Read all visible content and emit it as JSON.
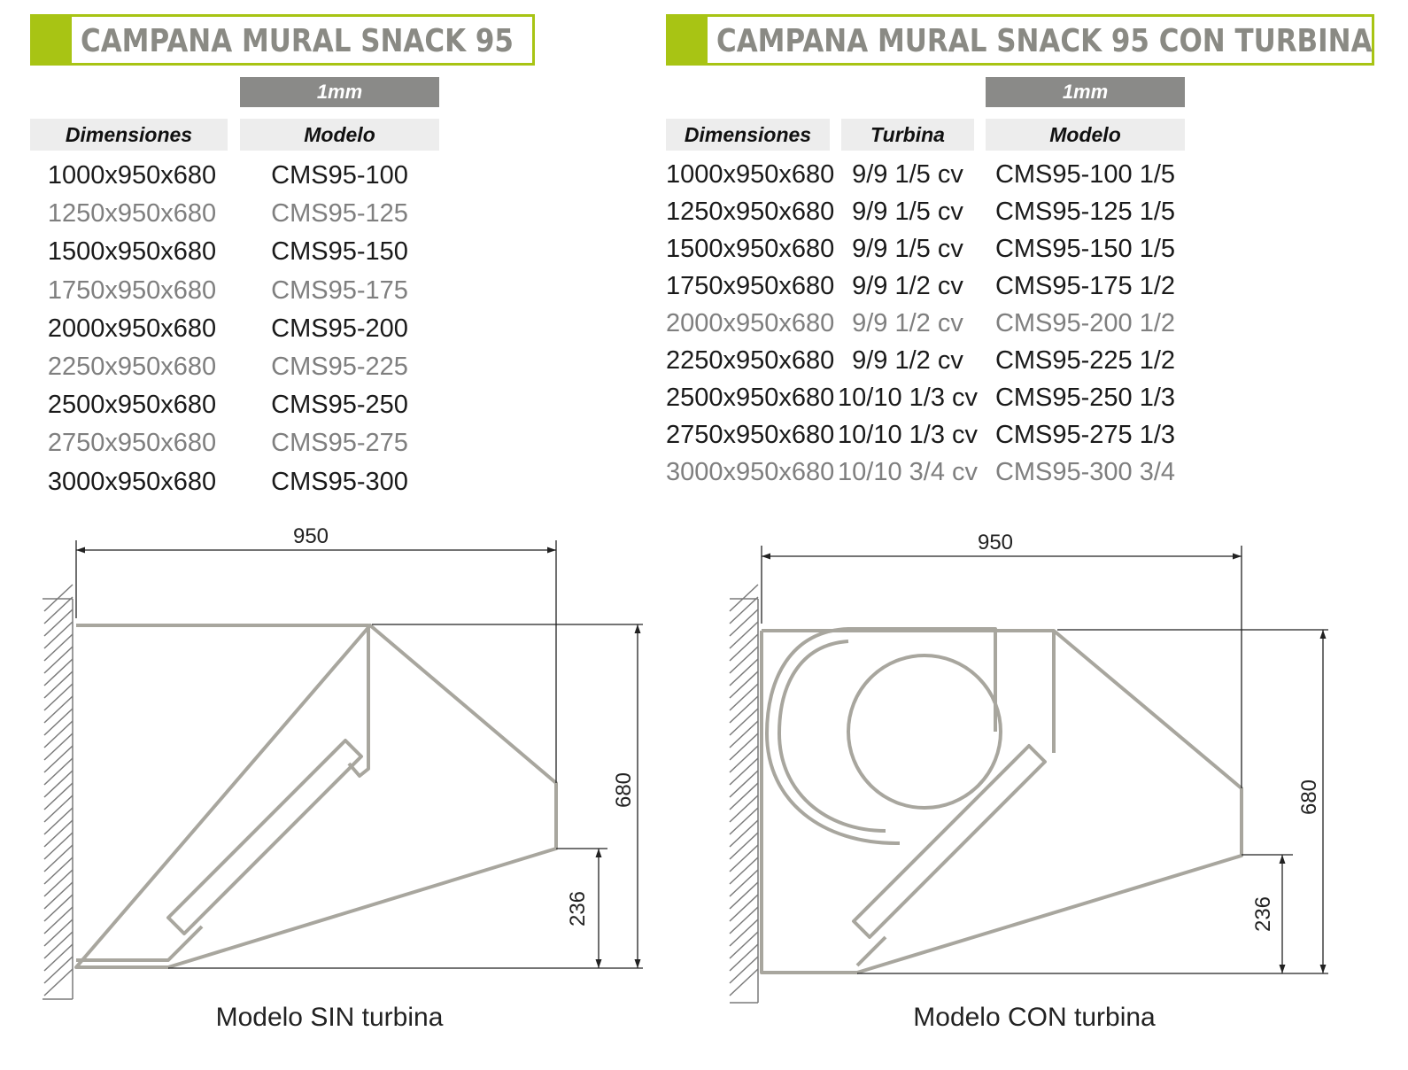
{
  "left": {
    "title": "CAMPANA MURAL SNACK 95",
    "thickness": "1mm",
    "headers": {
      "dimensions": "Dimensiones",
      "model": "Modelo"
    },
    "rows": [
      {
        "dim": "1000x950x680",
        "model": "CMS95-100"
      },
      {
        "dim": "1250x950x680",
        "model": "CMS95-125"
      },
      {
        "dim": "1500x950x680",
        "model": "CMS95-150"
      },
      {
        "dim": "1750x950x680",
        "model": "CMS95-175"
      },
      {
        "dim": "2000x950x680",
        "model": "CMS95-200"
      },
      {
        "dim": "2250x950x680",
        "model": "CMS95-225"
      },
      {
        "dim": "2500x950x680",
        "model": "CMS95-250"
      },
      {
        "dim": "2750x950x680",
        "model": "CMS95-275"
      },
      {
        "dim": "3000x950x680",
        "model": "CMS95-300"
      }
    ],
    "diagram": {
      "width": "950",
      "height": "680",
      "lower": "236",
      "caption": "Modelo SIN turbina"
    }
  },
  "right": {
    "title": "CAMPANA MURAL SNACK 95 CON TURBINA",
    "thickness": "1mm",
    "headers": {
      "dimensions": "Dimensiones",
      "turbine": "Turbina",
      "model": "Modelo"
    },
    "rows": [
      {
        "dim": "1000x950x680",
        "turbine": "9/9 1/5 cv",
        "model": "CMS95-100 1/5"
      },
      {
        "dim": "1250x950x680",
        "turbine": "9/9 1/5 cv",
        "model": "CMS95-125 1/5"
      },
      {
        "dim": "1500x950x680",
        "turbine": "9/9 1/5 cv",
        "model": "CMS95-150 1/5"
      },
      {
        "dim": "1750x950x680",
        "turbine": "9/9 1/2 cv",
        "model": "CMS95-175 1/2"
      },
      {
        "dim": "2000x950x680",
        "turbine": "9/9 1/2 cv",
        "model": "CMS95-200 1/2"
      },
      {
        "dim": "2250x950x680",
        "turbine": "9/9 1/2 cv",
        "model": "CMS95-225 1/2"
      },
      {
        "dim": "2500x950x680",
        "turbine": "10/10 1/3 cv",
        "model": "CMS95-250 1/3"
      },
      {
        "dim": "2750x950x680",
        "turbine": "10/10 1/3 cv",
        "model": "CMS95-275 1/3"
      },
      {
        "dim": "3000x950x680",
        "turbine": "10/10 3/4 cv",
        "model": "CMS95-300 3/4"
      }
    ],
    "diagram": {
      "width": "950",
      "height": "680",
      "lower": "236",
      "caption": "Modelo CON turbina"
    }
  },
  "colors": {
    "accent": "#a8c414",
    "line": "#a8a69e",
    "title_text": "#8a8a84",
    "header_bg": "#ededed",
    "badge_bg": "#8a8a88"
  }
}
